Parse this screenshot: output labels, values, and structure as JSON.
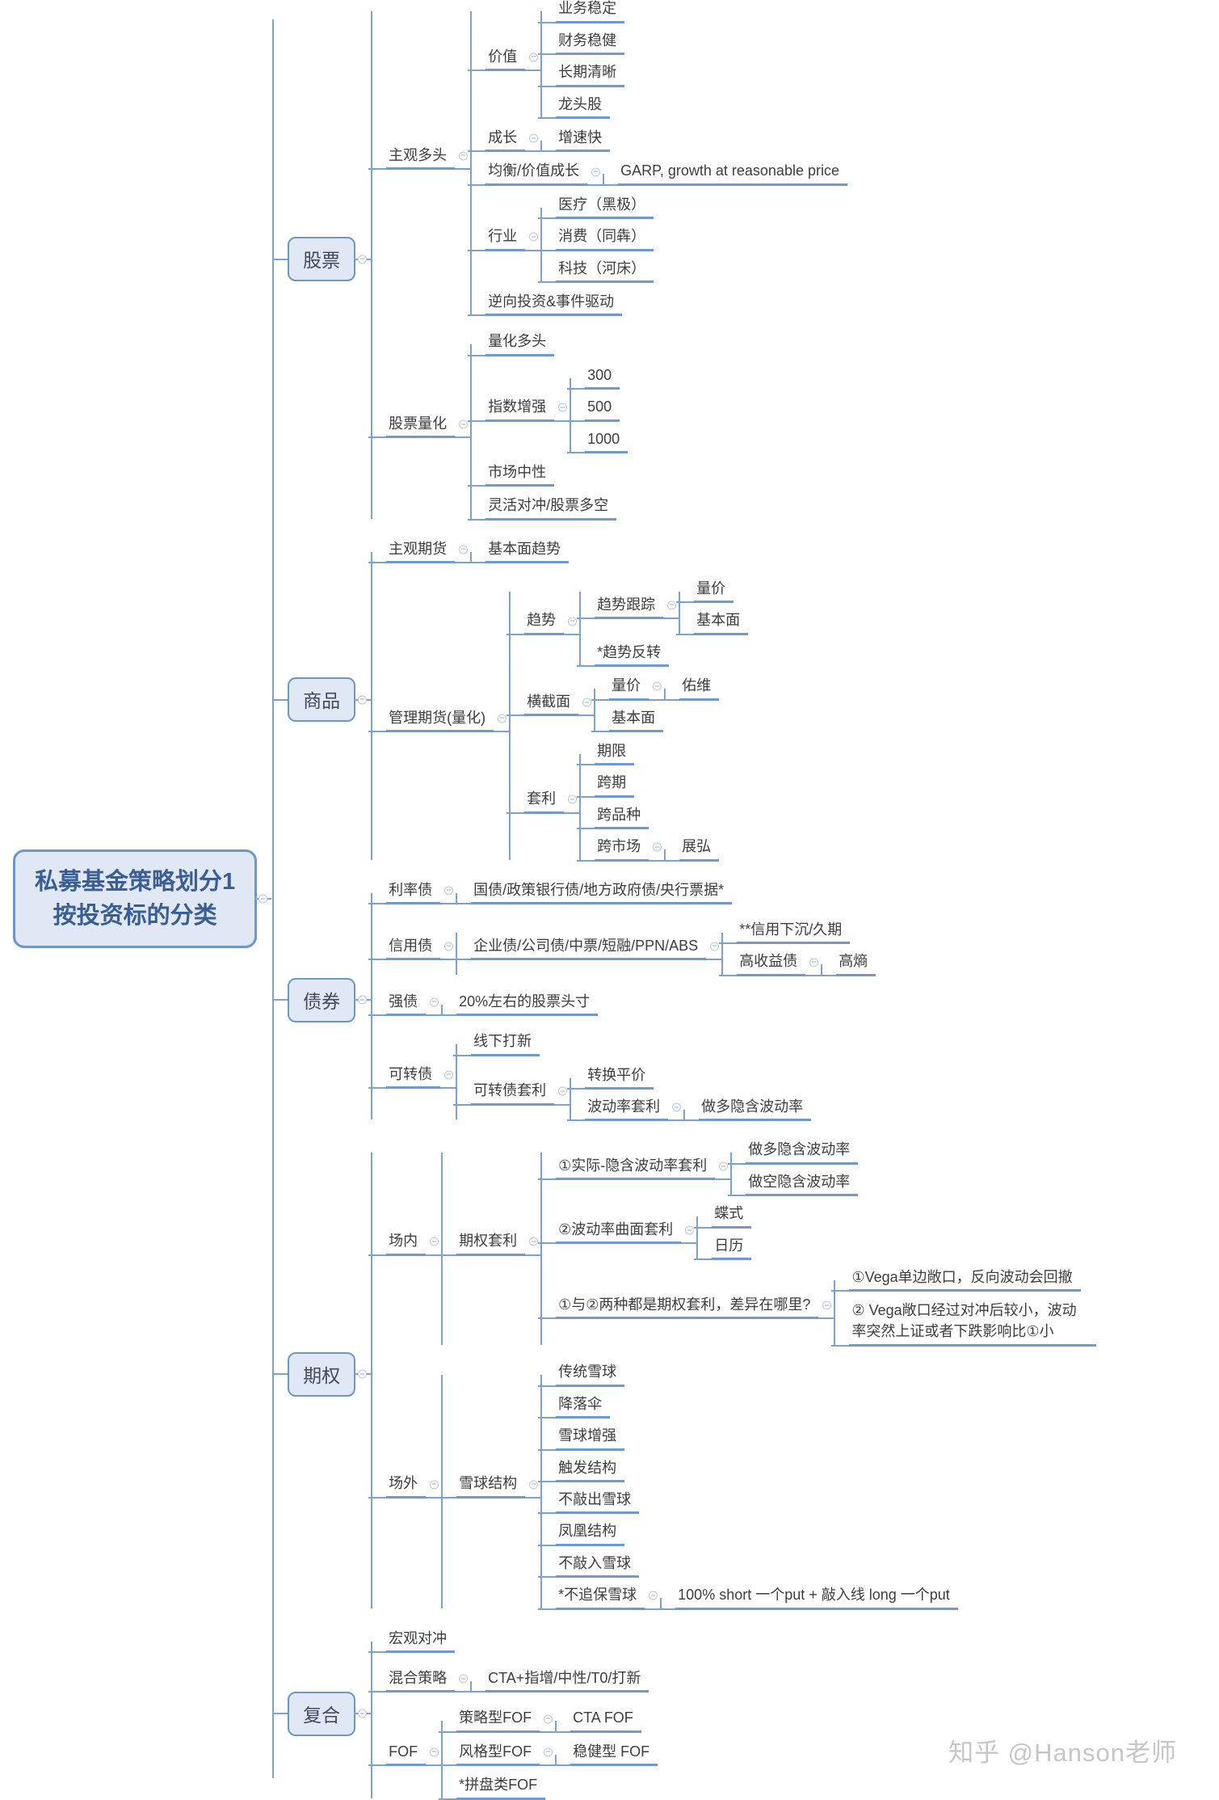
{
  "watermark": "知乎 @Hanson老师",
  "colors": {
    "line": "#7ca2d4",
    "underline": "#6f9ad0",
    "box_fill": "#dfe8f4",
    "box_border": "#6d96c9",
    "box_text": "#3f4a5e",
    "root_text": "#3b5e95",
    "text": "#3d3d3d",
    "watermark": "#c6c6c6"
  },
  "icons": {
    "collapse": "minus-circle-icon"
  },
  "root": {
    "label": "私募基金策略划分1\n按投资标的分类",
    "type": "root",
    "children": [
      {
        "label": "股票",
        "type": "box",
        "children": [
          {
            "label": "主观多头",
            "children": [
              {
                "label": "价值",
                "children": [
                  {
                    "label": "业务稳定"
                  },
                  {
                    "label": "财务稳健"
                  },
                  {
                    "label": "长期清晰"
                  },
                  {
                    "label": "龙头股"
                  }
                ]
              },
              {
                "label": "成长",
                "children": [
                  {
                    "label": "增速快"
                  }
                ]
              },
              {
                "label": "均衡/价值成长",
                "children": [
                  {
                    "label": "GARP, growth at reasonable price"
                  }
                ]
              },
              {
                "label": "行业",
                "children": [
                  {
                    "label": "医疗（黑极）"
                  },
                  {
                    "label": "消费（同犇）"
                  },
                  {
                    "label": "科技（河床）"
                  }
                ]
              },
              {
                "label": "逆向投资&事件驱动"
              }
            ]
          },
          {
            "label": "股票量化",
            "children": [
              {
                "label": "量化多头"
              },
              {
                "label": "指数增强",
                "children": [
                  {
                    "label": "300"
                  },
                  {
                    "label": "500"
                  },
                  {
                    "label": "1000"
                  }
                ]
              },
              {
                "label": "市场中性"
              },
              {
                "label": "灵活对冲/股票多空"
              }
            ]
          }
        ]
      },
      {
        "label": "商品",
        "type": "box",
        "children": [
          {
            "label": "主观期货",
            "children": [
              {
                "label": "基本面趋势"
              }
            ]
          },
          {
            "label": "管理期货(量化)",
            "children": [
              {
                "label": "趋势",
                "children": [
                  {
                    "label": "趋势跟踪",
                    "children": [
                      {
                        "label": "量价"
                      },
                      {
                        "label": "基本面"
                      }
                    ]
                  },
                  {
                    "label": "*趋势反转"
                  }
                ]
              },
              {
                "label": "横截面",
                "children": [
                  {
                    "label": "量价",
                    "children": [
                      {
                        "label": "佑维"
                      }
                    ]
                  },
                  {
                    "label": "基本面"
                  }
                ]
              },
              {
                "label": "套利",
                "children": [
                  {
                    "label": "期限"
                  },
                  {
                    "label": "跨期"
                  },
                  {
                    "label": "跨品种"
                  },
                  {
                    "label": "跨市场",
                    "children": [
                      {
                        "label": "展弘"
                      }
                    ]
                  }
                ]
              }
            ]
          }
        ]
      },
      {
        "label": "债券",
        "type": "box",
        "children": [
          {
            "label": "利率债",
            "children": [
              {
                "label": "国债/政策银行债/地方政府债/央行票据*"
              }
            ]
          },
          {
            "label": "信用债",
            "children": [
              {
                "label": "企业债/公司债/中票/短融/PPN/ABS",
                "children": [
                  {
                    "label": "**信用下沉/久期"
                  },
                  {
                    "label": "高收益债",
                    "children": [
                      {
                        "label": "高熵"
                      }
                    ]
                  }
                ]
              }
            ]
          },
          {
            "label": "强债",
            "children": [
              {
                "label": "20%左右的股票头寸"
              }
            ]
          },
          {
            "label": "可转债",
            "children": [
              {
                "label": "线下打新"
              },
              {
                "label": "可转债套利",
                "children": [
                  {
                    "label": "转换平价"
                  },
                  {
                    "label": "波动率套利",
                    "children": [
                      {
                        "label": "做多隐含波动率"
                      }
                    ]
                  }
                ]
              }
            ]
          }
        ]
      },
      {
        "label": "期权",
        "type": "box",
        "children": [
          {
            "label": "场内",
            "children": [
              {
                "label": "期权套利",
                "children": [
                  {
                    "label": "①实际-隐含波动率套利",
                    "children": [
                      {
                        "label": "做多隐含波动率"
                      },
                      {
                        "label": "做空隐含波动率"
                      }
                    ]
                  },
                  {
                    "label": "②波动率曲面套利",
                    "children": [
                      {
                        "label": "蝶式"
                      },
                      {
                        "label": "日历"
                      }
                    ]
                  },
                  {
                    "label": "①与②两种都是期权套利，差异在哪里?",
                    "children": [
                      {
                        "label": "①Vega单边敞口，反向波动会回撤"
                      },
                      {
                        "label": "② Vega敞口经过对冲后较小，波动率突然上证或者下跌影响比①小",
                        "wrap": true
                      }
                    ]
                  }
                ]
              }
            ]
          },
          {
            "label": "场外",
            "children": [
              {
                "label": "雪球结构",
                "children": [
                  {
                    "label": "传统雪球"
                  },
                  {
                    "label": "降落伞"
                  },
                  {
                    "label": "雪球增强"
                  },
                  {
                    "label": "触发结构"
                  },
                  {
                    "label": "不敲出雪球"
                  },
                  {
                    "label": "凤凰结构"
                  },
                  {
                    "label": "不敲入雪球"
                  },
                  {
                    "label": "*不追保雪球",
                    "children": [
                      {
                        "label": "100% short 一个put + 敲入线 long 一个put"
                      }
                    ]
                  }
                ]
              }
            ]
          }
        ]
      },
      {
        "label": "复合",
        "type": "box",
        "children": [
          {
            "label": "宏观对冲"
          },
          {
            "label": "混合策略",
            "children": [
              {
                "label": "CTA+指增/中性/T0/打新"
              }
            ]
          },
          {
            "label": "FOF",
            "children": [
              {
                "label": "策略型FOF",
                "children": [
                  {
                    "label": "CTA FOF"
                  }
                ]
              },
              {
                "label": "风格型FOF",
                "children": [
                  {
                    "label": "稳健型 FOF"
                  }
                ]
              },
              {
                "label": "*拼盘类FOF"
              }
            ]
          }
        ]
      }
    ]
  }
}
